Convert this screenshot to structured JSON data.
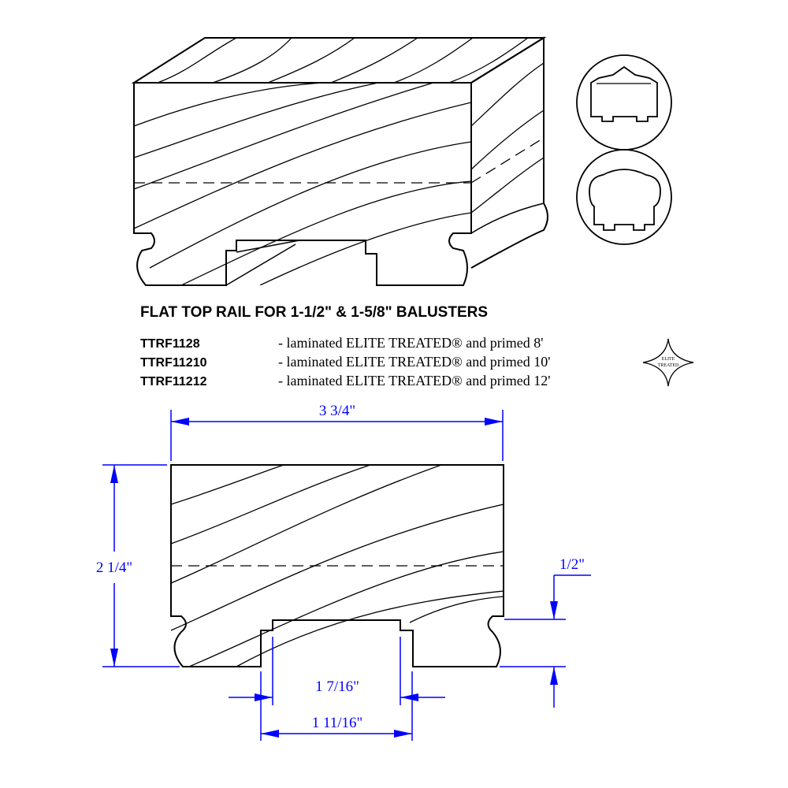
{
  "title": "FLAT TOP RAIL FOR 1-1/2\" & 1-5/8\" BALUSTERS",
  "products": [
    {
      "code": "TTRF1128",
      "description": "- laminated ELITE TREATED® and primed 8'"
    },
    {
      "code": "TTRF11210",
      "description": "- laminated ELITE TREATED® and primed 10'"
    },
    {
      "code": "TTRF11212",
      "description": "- laminated ELITE TREATED® and primed 12'"
    }
  ],
  "dimensions": {
    "width": "3 3/4\"",
    "height": "2 1/4\"",
    "groove_depth": "1/2\"",
    "groove_inner_width": "1 7/16\"",
    "groove_outer_width": "1 11/16\""
  },
  "logo": {
    "line1": "ELITE",
    "line2": "TREATED"
  },
  "colors": {
    "dimension": "#0000ff",
    "line": "#000000"
  }
}
